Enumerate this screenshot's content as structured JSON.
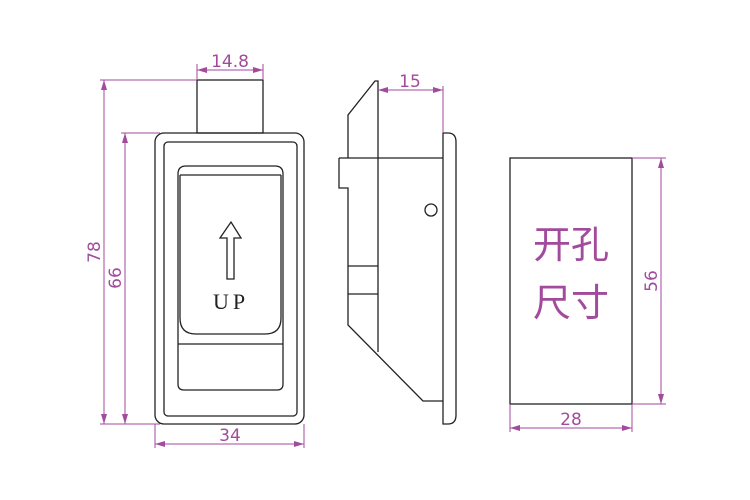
{
  "front_view": {
    "label": "UP",
    "dims": {
      "stem_width": "14.8",
      "total_height": "78",
      "body_height": "66",
      "body_width": "34"
    }
  },
  "side_view": {
    "dims": {
      "depth": "15"
    }
  },
  "cutout_view": {
    "label_line1": "开孔",
    "label_line2": "尺寸",
    "dims": {
      "height": "56",
      "width": "28"
    }
  },
  "colors": {
    "outline": "#222222",
    "dimension": "#a24a9c"
  }
}
